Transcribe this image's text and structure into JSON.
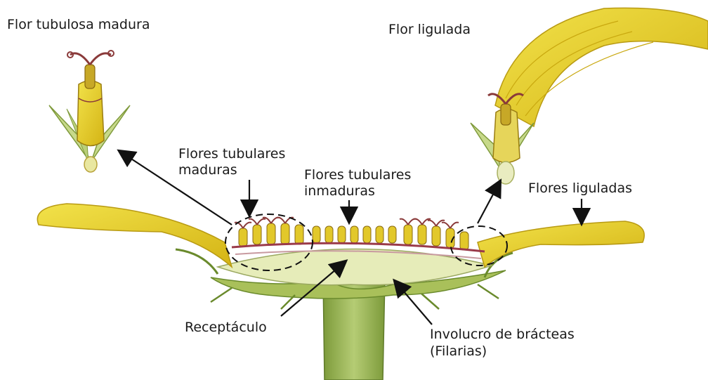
{
  "labels": {
    "mature_tubular_flower": "Flor tubulosa madura",
    "ligulate_flower": "Flor ligulada",
    "mature_tubular_flowers_1": "Flores tubulares",
    "mature_tubular_flowers_2": "maduras",
    "immature_tubular_flowers_1": "Flores tubulares",
    "immature_tubular_flowers_2": "inmaduras",
    "ligulate_flowers": "Flores liguladas",
    "receptacle": "Receptáculo",
    "involucre_1": "Involucro de brácteas",
    "involucre_2": "(Filarias)"
  },
  "colors": {
    "petal_yellow": "#e8d21c",
    "petal_dark": "#c9a80f",
    "stem_green": "#8fae4a",
    "receptacle": "#e6ecb9",
    "anther_red": "#8a3a3a",
    "arrow": "#111111"
  }
}
